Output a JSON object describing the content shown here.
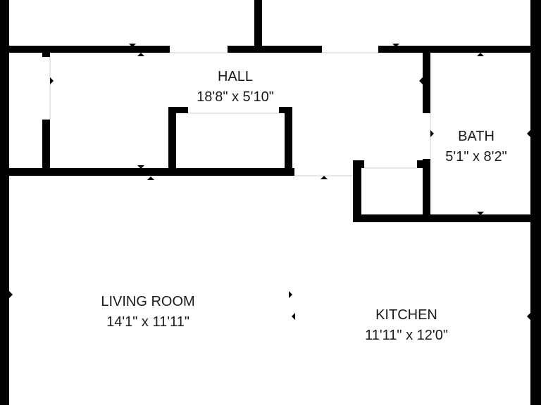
{
  "colors": {
    "wall": "#000000",
    "background": "#ffffff",
    "text": "#1a1a1a"
  },
  "rooms": [
    {
      "id": "hall",
      "name": "HALL",
      "size": "18'8\" x 5'10\""
    },
    {
      "id": "bath",
      "name": "BATH",
      "size": "5'1\" x 8'2\""
    },
    {
      "id": "living",
      "name": "LIVING ROOM",
      "size": "14'1\" x 11'11\""
    },
    {
      "id": "kitchen",
      "name": "KITCHEN",
      "size": "11'11\" x 12'0\""
    }
  ]
}
